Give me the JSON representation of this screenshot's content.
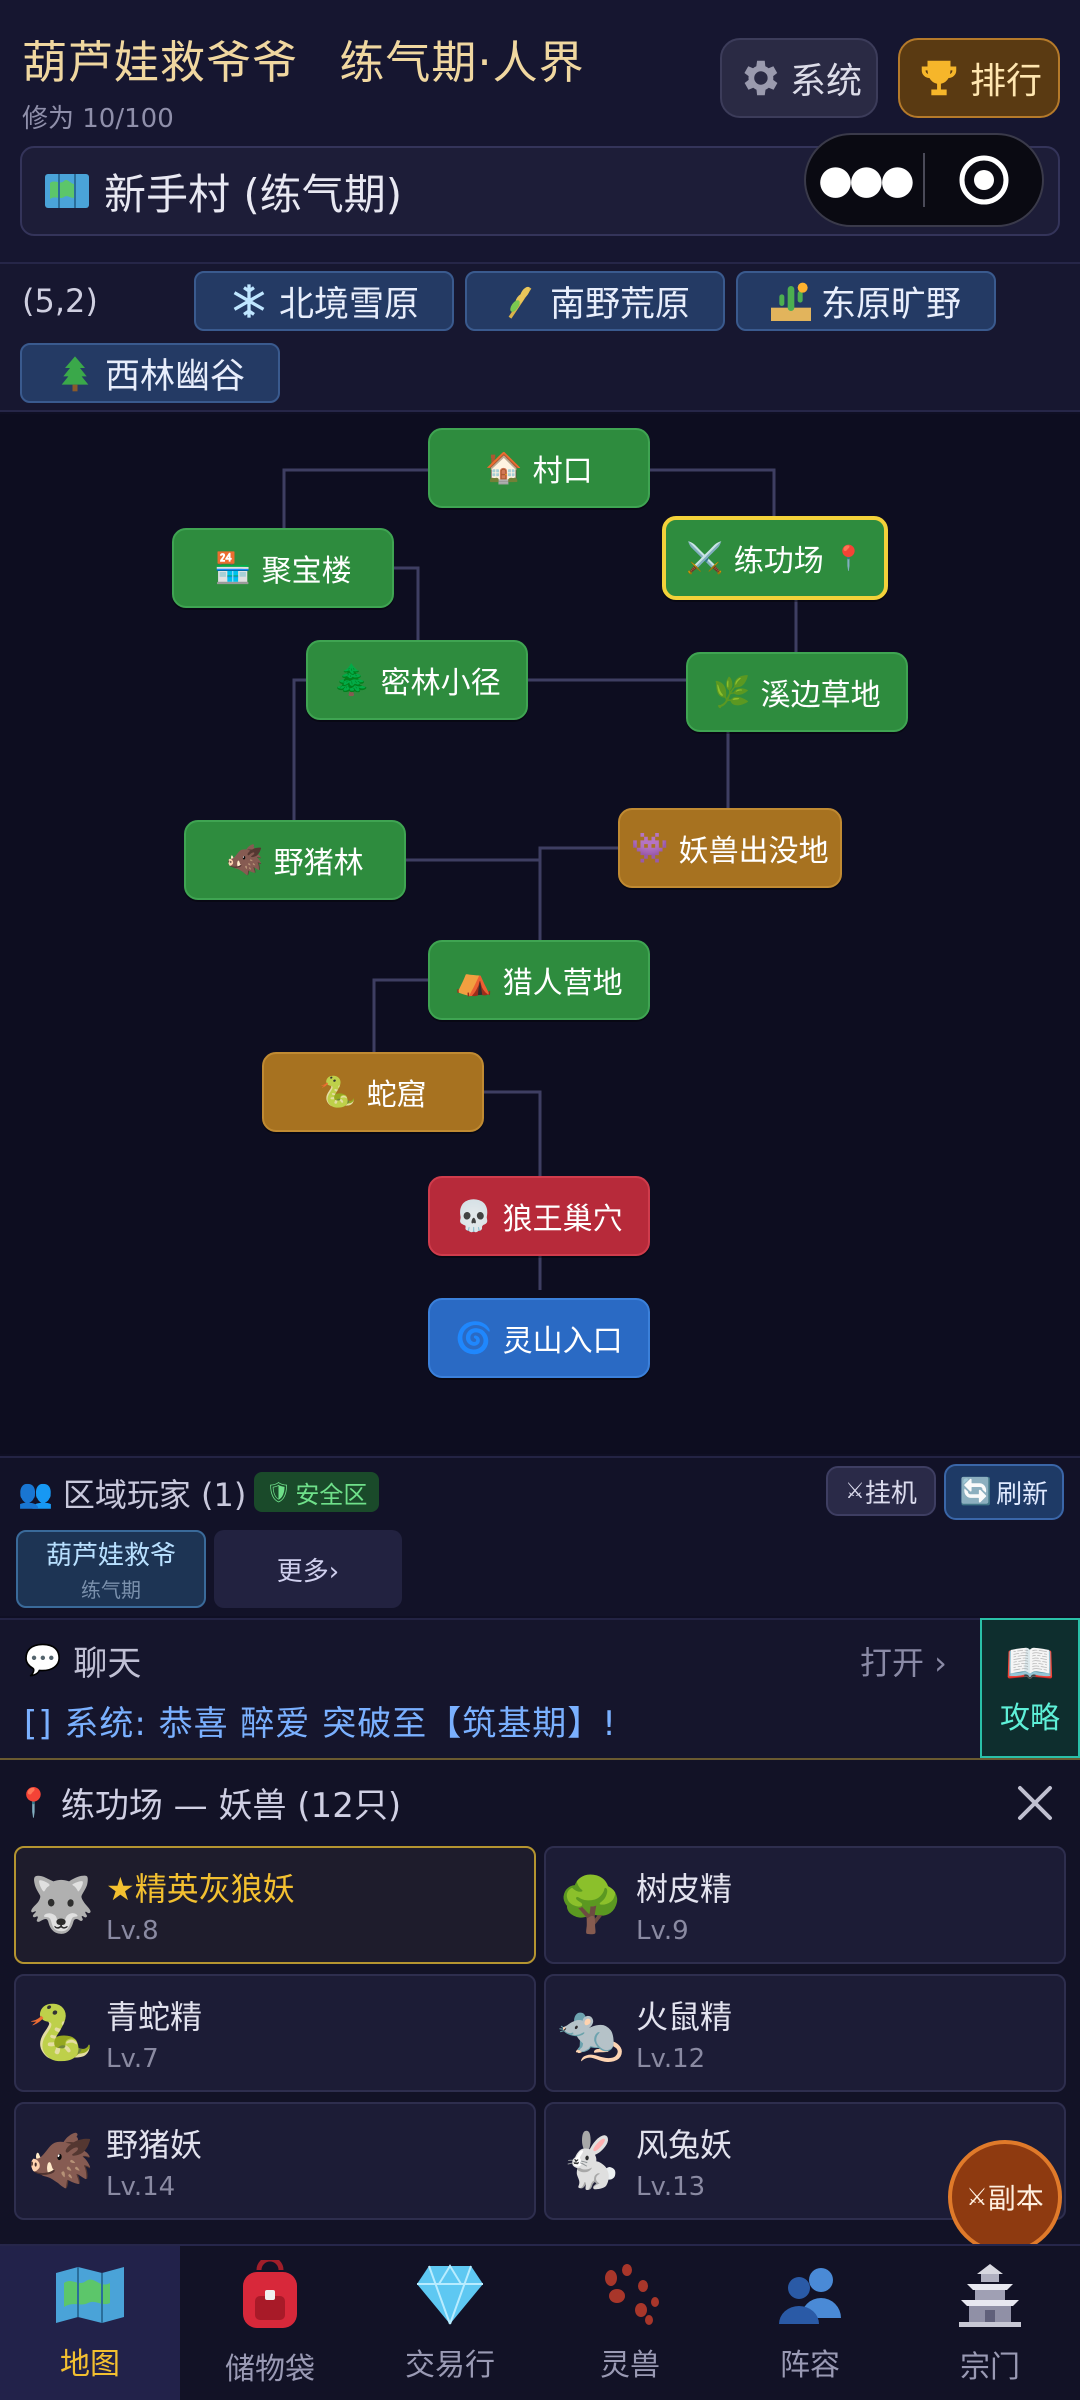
{
  "header": {
    "game_title": "葫芦娃救爷爷",
    "realm": "练气期·人界",
    "cultivation": "修为 10/100",
    "system_label": "系统",
    "rank_label": "排行",
    "location": "新手村 (练气期)"
  },
  "region": {
    "coords": "(5,2)",
    "areas": [
      {
        "label": "北境雪原",
        "icon": "snowflake-icon"
      },
      {
        "label": "南野荒原",
        "icon": "wheat-icon"
      },
      {
        "label": "东原旷野",
        "icon": "cactus-icon"
      },
      {
        "label": "西林幽谷",
        "icon": "pine-tree-icon"
      }
    ]
  },
  "map": {
    "nodes": [
      {
        "label": "村口",
        "icon": "house-icon"
      },
      {
        "label": "聚宝楼",
        "icon": "shop-icon"
      },
      {
        "label": "练功场",
        "icon": "crossed-swords-icon",
        "current": true
      },
      {
        "label": "密林小径",
        "icon": "pine-tree-icon"
      },
      {
        "label": "溪边草地",
        "icon": "herb-icon"
      },
      {
        "label": "野猪林",
        "icon": "boar-icon"
      },
      {
        "label": "妖兽出没地",
        "icon": "monster-icon"
      },
      {
        "label": "猎人营地",
        "icon": "tent-icon"
      },
      {
        "label": "蛇窟",
        "icon": "snake-icon"
      },
      {
        "label": "狼王巢穴",
        "icon": "skull-icon"
      },
      {
        "label": "灵山入口",
        "icon": "vortex-icon"
      }
    ],
    "colors": {
      "green": "#2e8c3e",
      "orange": "#a77220",
      "red": "#b72a3a",
      "blue": "#2a6ac4",
      "current_border": "#f3d23a"
    }
  },
  "players": {
    "title": "区域玩家 (1)",
    "safe_label": "安全区",
    "idle_label": "挂机",
    "refresh_label": "刷新",
    "list": [
      {
        "name": "葫芦娃救爷",
        "realm": "练气期"
      }
    ],
    "more_label": "更多›"
  },
  "chat": {
    "title": "聊天",
    "open_label": "打开 ›",
    "message": "[] 系统: 恭喜 醉爱 突破至【筑基期】!",
    "guide_label": "攻略"
  },
  "monsters": {
    "title": "练功场 — 妖兽 (12只)",
    "list": [
      {
        "name": "★精英灰狼妖",
        "level": "Lv.8",
        "elite": true,
        "icon": "wolf-icon"
      },
      {
        "name": "树皮精",
        "level": "Lv.9",
        "icon": "tree-icon"
      },
      {
        "name": "青蛇精",
        "level": "Lv.7",
        "icon": "snake-icon"
      },
      {
        "name": "火鼠精",
        "level": "Lv.12",
        "icon": "rat-icon"
      },
      {
        "name": "野猪妖",
        "level": "Lv.14",
        "icon": "boar-icon"
      },
      {
        "name": "风兔妖",
        "level": "Lv.13",
        "icon": "rabbit-icon"
      }
    ],
    "dungeon_label": "副本"
  },
  "nav": {
    "items": [
      {
        "label": "地图",
        "icon": "map-icon",
        "active": true
      },
      {
        "label": "储物袋",
        "icon": "backpack-icon"
      },
      {
        "label": "交易行",
        "icon": "diamond-icon"
      },
      {
        "label": "灵兽",
        "icon": "paw-icon"
      },
      {
        "label": "阵容",
        "icon": "team-icon"
      },
      {
        "label": "宗门",
        "icon": "pagoda-icon"
      }
    ]
  }
}
